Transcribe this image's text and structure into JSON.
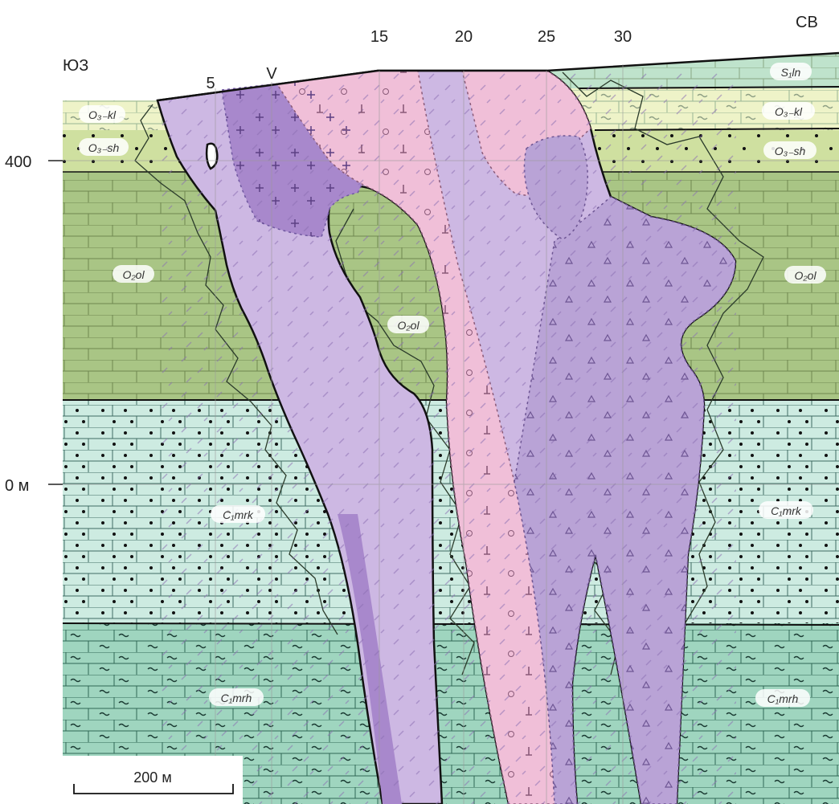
{
  "directions": {
    "left": "ЮЗ",
    "right": "СВ"
  },
  "top_marks": [
    "5",
    "V",
    "15",
    "20",
    "25",
    "30"
  ],
  "depth_marks": [
    "400",
    "0 м"
  ],
  "units": [
    {
      "code": "S1ln",
      "text": "S₁ln"
    },
    {
      "code": "O3kl",
      "text": "O₃₋kl"
    },
    {
      "code": "O3sh",
      "text": "O₃₋sh"
    },
    {
      "code": "O2ol",
      "text": "O₂ol"
    },
    {
      "code": "C1mrk",
      "text": "C₁mrk"
    },
    {
      "code": "C1mrh",
      "text": "C₁mrh"
    }
  ],
  "scale_bar": {
    "label": "200 м"
  },
  "colors": {
    "s1ln": "#bfe3cc",
    "o3kl": "#eef3c8",
    "o3sh": "#cfe0a0",
    "o2ol": "#a9c585",
    "c1mrk": "#cdebe1",
    "c1mrh": "#9fd5bf",
    "intrusion_light": "#cdb8e3",
    "intrusion_dark": "#a888cc",
    "intrusion_pink": "#f0bfd8",
    "intrusion_mid": "#b9a3d6"
  }
}
